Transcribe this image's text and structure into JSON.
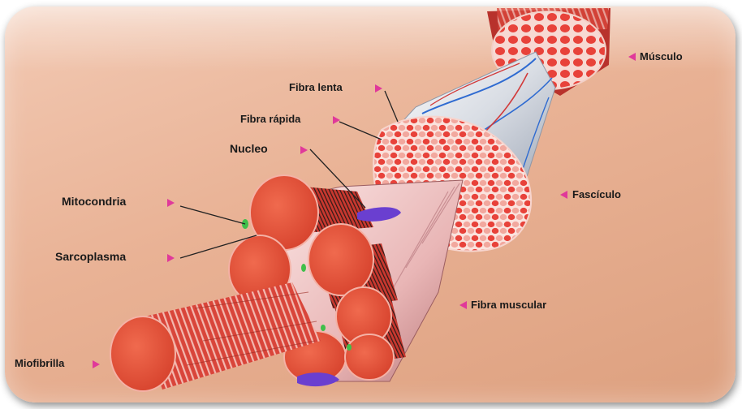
{
  "labels": {
    "musculo": "Músculo",
    "fibra_lenta": "Fibra lenta",
    "fibra_rapida": "Fibra rápida",
    "nucleo": "Nucleo",
    "mitocondria": "Mitocondria",
    "sarcoplasma": "Sarcoplasma",
    "fasciculo": "Fascículo",
    "fibra_muscular": "Fibra muscular",
    "miofibrilla": "Miofibrilla"
  },
  "colors": {
    "background": "#e9b295",
    "pointer": "#e0399a",
    "muscle_red": "#e0553e",
    "fascicle_pink": "#f3b3ad",
    "nucleus_purple": "#6a3fd0",
    "mitochondria_green": "#3fbf4a"
  }
}
